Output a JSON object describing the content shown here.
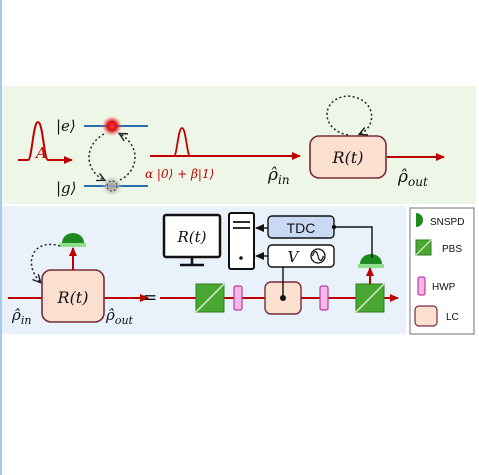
{
  "top_panel": {
    "pulse_in_label": "A",
    "excited_state": "|e⟩",
    "ground_state": "|g⟩",
    "superposition": "α |0⟩ + β|1⟩",
    "rho_in": "ρ̂in",
    "rho_in_base": "ρ̂",
    "rho_in_sub": "in",
    "box_label": "R(t)",
    "rho_out_base": "ρ̂",
    "rho_out_sub": "out"
  },
  "bottom_panel": {
    "rho_in_base": "ρ̂",
    "rho_in_sub": "in",
    "rho_out_base": "ρ̂",
    "rho_out_sub": "out",
    "box_label": "R(t)",
    "equals": "=",
    "monitor_label": "R(t)",
    "tdc_label": "TDC",
    "voltage_label": "V"
  },
  "legend": {
    "items": [
      {
        "label": "SNSPD",
        "icon": "snspd-icon"
      },
      {
        "label": "PBS",
        "icon": "pbs-icon"
      },
      {
        "label": "HWP",
        "icon": "hwp-icon"
      },
      {
        "label": "LC",
        "icon": "lc-icon"
      }
    ]
  },
  "colors": {
    "beam": "#c00000",
    "top_bg": "#eef6e8",
    "bottom_bg": "#e9f1fa",
    "box_fill": "#fbe0d0",
    "box_stroke": "#7a2a3a",
    "tdc_fill": "#c9d9f3",
    "pbs": "#4aa832",
    "hwp": "#e27ad0",
    "snspd": "#1e8a1e"
  }
}
